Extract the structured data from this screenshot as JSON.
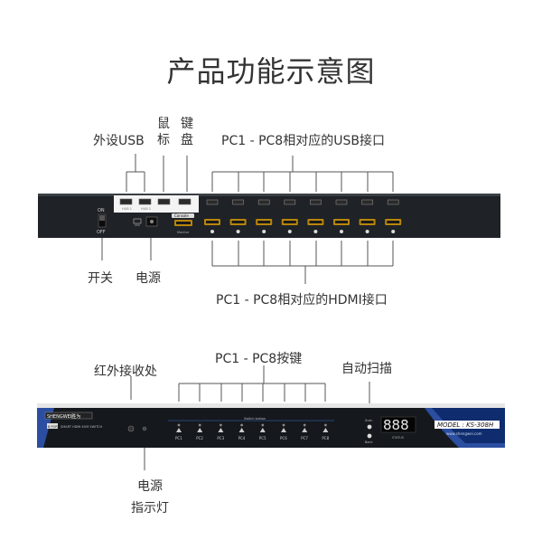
{
  "title": "产品功能示意图",
  "rear": {
    "label_usb": "外设USB",
    "label_mouse": "鼠标",
    "label_keyboard": "键盘",
    "label_pc_usb": "PC1 - PC8相对应的USB接口",
    "label_switch": "开关",
    "label_power": "电源",
    "label_pc_hdmi": "PC1 - PC8相对应的HDMI接口",
    "on_text": "ON",
    "off_text": "OFF",
    "hub1": "HUB 1",
    "hub2": "HUB 2",
    "console": "Console",
    "monitor": "Monitor",
    "ports": 8
  },
  "front": {
    "label_ir": "红外接收处",
    "label_pc_buttons": "PC1 - PC8按键",
    "label_auto_scan": "自动扫描",
    "label_power_ind_1": "电源",
    "label_power_ind_2": "指示灯",
    "brand": "SHENGWEI胜为",
    "port_badge": "8 PORT",
    "subtitle": "SMART HDMI KVM SWITCH",
    "switch_button": "Switch button",
    "buttons": [
      "PC1",
      "PC2",
      "PC3",
      "PC4",
      "PC5",
      "PC6",
      "PC7",
      "PC8"
    ],
    "scan": "Scan",
    "back": "Back",
    "display": "888",
    "display_label": "STATUS",
    "model": "MODEL : KS-308H",
    "url": "www.shengwei.com"
  }
}
